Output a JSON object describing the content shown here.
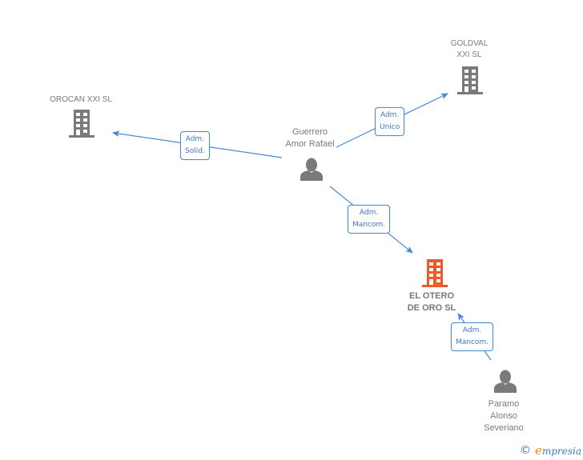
{
  "colors": {
    "edge": "#4a8ad8",
    "node_gray": "#7a7a7a",
    "highlight": "#f05a28"
  },
  "nodes": {
    "orocan": {
      "label": "OROCAN XXI SL",
      "type": "company",
      "icon": "building-icon"
    },
    "goldval": {
      "label": "GOLDVAL\nXXI SL",
      "type": "company",
      "icon": "building-icon"
    },
    "guerrero": {
      "label": "Guerrero\nAmor Rafael",
      "type": "person",
      "icon": "person-icon"
    },
    "otero": {
      "label": "EL OTERO\nDE ORO SL",
      "type": "company",
      "icon": "building-icon",
      "highlighted": true
    },
    "paramo": {
      "label": "Paramo\nAlonso\nSeveriano",
      "type": "person",
      "icon": "person-icon"
    }
  },
  "edges": [
    {
      "from": "guerrero",
      "to": "orocan",
      "label": "Adm.\nSolid."
    },
    {
      "from": "guerrero",
      "to": "goldval",
      "label": "Adm.\nUnico"
    },
    {
      "from": "guerrero",
      "to": "otero",
      "label": "Adm.\nMancom."
    },
    {
      "from": "paramo",
      "to": "otero",
      "label": "Adm.\nMancom."
    }
  ],
  "footer": {
    "copyright_symbol": "©",
    "brand_initial": "e",
    "brand_rest": "mpresia"
  }
}
